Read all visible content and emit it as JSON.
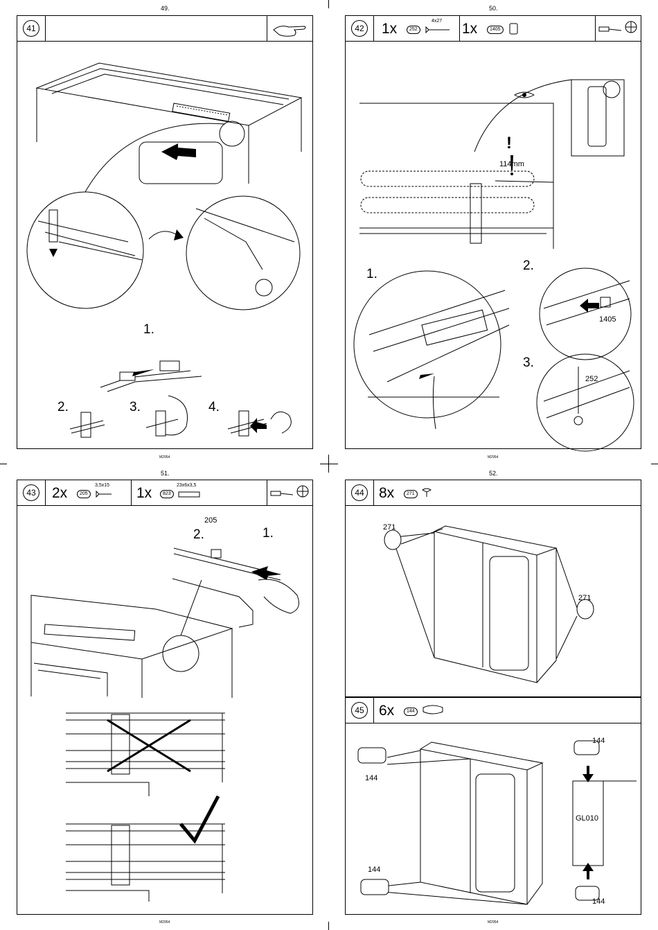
{
  "pages": [
    {
      "number": "49.",
      "code": "M2954",
      "step": "41"
    },
    {
      "number": "50.",
      "code": "M2954",
      "step": "42",
      "parts": [
        {
          "qty": "1x",
          "part_no": "252",
          "size": "4x27"
        },
        {
          "qty": "1x",
          "part_no": "1405",
          "size": ""
        }
      ],
      "measurement": "114mm",
      "warning": "!",
      "callouts": {
        "c1": "1.",
        "c2": "2.",
        "c3": "3.",
        "part_1405": "1405",
        "part_252": "252"
      }
    },
    {
      "number": "51.",
      "code": "M2954",
      "step": "43",
      "parts": [
        {
          "qty": "2x",
          "part_no": "205",
          "size": "3,5x15"
        },
        {
          "qty": "1x",
          "part_no": "823",
          "size": "23x6x3,5"
        }
      ],
      "callouts": {
        "c1": "1.",
        "c2": "2.",
        "part_205": "205"
      }
    },
    {
      "number": "52.",
      "code": "M2954",
      "steps": [
        {
          "step": "44",
          "qty": "8x",
          "part_no": "271",
          "labels": [
            "271",
            "271"
          ]
        },
        {
          "step": "45",
          "qty": "6x",
          "part_no": "144",
          "labels": [
            "144",
            "144",
            "144",
            "144"
          ],
          "code_label": "GL010"
        }
      ]
    }
  ],
  "step41_callouts": {
    "c1": "1.",
    "c2": "2.",
    "c3": "3.",
    "c4": "4."
  }
}
